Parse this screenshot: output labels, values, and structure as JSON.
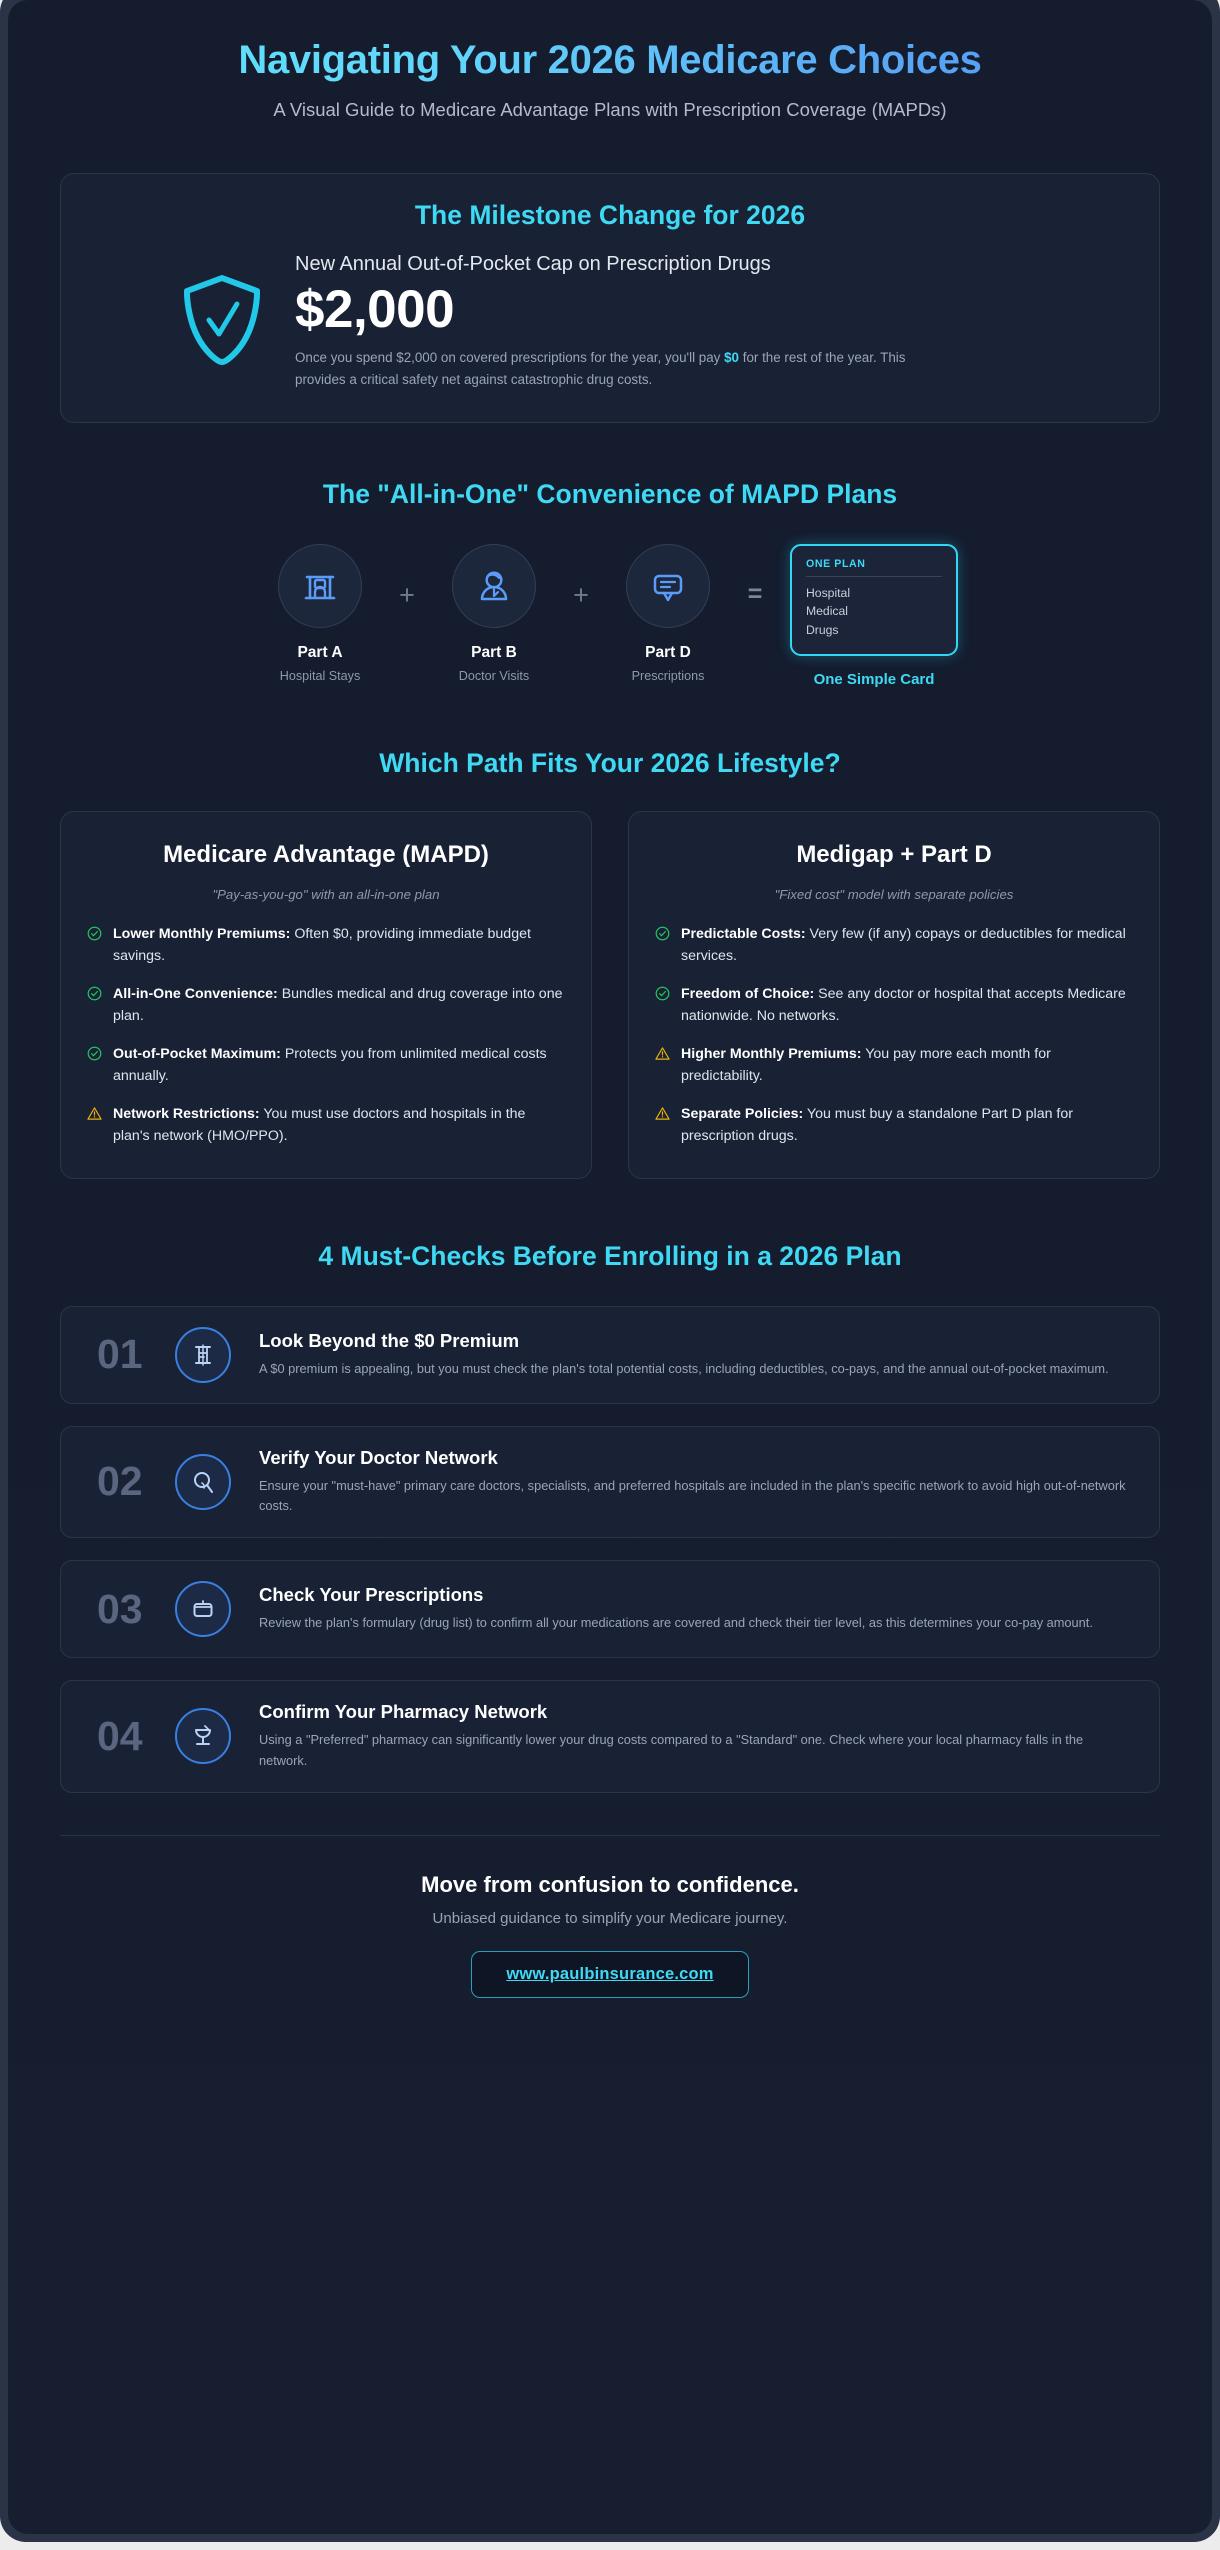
{
  "hero": {
    "title": "Navigating Your 2026 Medicare Choices",
    "subtitle": "A Visual Guide to Medicare Advantage Plans with Prescription Coverage (MAPDs)"
  },
  "milestone": {
    "heading": "The Milestone Change for 2026",
    "label": "New Annual Out-of-Pocket Cap on Prescription Drugs",
    "amount": "$2,000",
    "desc_part1": "Once you spend $2,000 on covered prescriptions for the year, you'll pay ",
    "desc_highlight": "$0",
    "desc_part2": " for the rest of the year. This provides a critical safety net against catastrophic drug costs.",
    "icon": "shield-check-icon"
  },
  "allinone": {
    "heading": "The \"All-in-One\" Convenience of MAPD Plans",
    "parts": [
      {
        "name": "Part A",
        "sub": "Hospital Stays",
        "icon": "hospital-building-icon"
      },
      {
        "name": "Part B",
        "sub": "Doctor Visits",
        "icon": "doctor-person-icon"
      },
      {
        "name": "Part D",
        "sub": "Prescriptions",
        "icon": "prescription-note-icon"
      }
    ],
    "plus_symbol": "+",
    "equals_symbol": "=",
    "card": {
      "head": "ONE PLAN",
      "items": [
        "Hospital",
        "Medical",
        "Drugs"
      ],
      "caption": "One Simple Card"
    }
  },
  "compare": {
    "heading": "Which Path Fits Your 2026 Lifestyle?",
    "cards": [
      {
        "title": "Medicare Advantage (MAPD)",
        "subtitle": "\"Pay-as-you-go\" with an all-in-one plan",
        "items": [
          {
            "type": "check",
            "term": "Lower Monthly Premiums:",
            "text": " Often $0, providing immediate budget savings."
          },
          {
            "type": "check",
            "term": "All-in-One Convenience:",
            "text": " Bundles medical and drug coverage into one plan."
          },
          {
            "type": "check",
            "term": "Out-of-Pocket Maximum:",
            "text": " Protects you from unlimited medical costs annually."
          },
          {
            "type": "warn",
            "term": "Network Restrictions:",
            "text": " You must use doctors and hospitals in the plan's network (HMO/PPO)."
          }
        ]
      },
      {
        "title": "Medigap + Part D",
        "subtitle": "\"Fixed cost\" model with separate policies",
        "items": [
          {
            "type": "check",
            "term": "Predictable Costs:",
            "text": " Very few (if any) copays or deductibles for medical services."
          },
          {
            "type": "check",
            "term": "Freedom of Choice:",
            "text": " See any doctor or hospital that accepts Medicare nationwide. No networks."
          },
          {
            "type": "warn",
            "term": "Higher Monthly Premiums:",
            "text": " You pay more each month for predictability."
          },
          {
            "type": "warn",
            "term": "Separate Policies:",
            "text": " You must buy a standalone Part D plan for prescription drugs."
          }
        ]
      }
    ]
  },
  "checks": {
    "heading": "4 Must-Checks Before Enrolling in a 2026 Plan",
    "items": [
      {
        "num": "01",
        "icon": "document-dollar-icon",
        "title": "Look Beyond the $0 Premium",
        "desc": "A $0 premium is appealing, but you must check the plan's total potential costs, including deductibles, co-pays, and the annual out-of-pocket maximum."
      },
      {
        "num": "02",
        "icon": "stethoscope-icon",
        "title": "Verify Your Doctor Network",
        "desc": "Ensure your \"must-have\" primary care doctors, specialists, and preferred hospitals are included in the plan's specific network to avoid high out-of-network costs."
      },
      {
        "num": "03",
        "icon": "pill-bottle-icon",
        "title": "Check Your Prescriptions",
        "desc": "Review the plan's formulary (drug list) to confirm all your medications are covered and check their tier level, as this determines your co-pay amount."
      },
      {
        "num": "04",
        "icon": "mortar-pestle-icon",
        "title": "Confirm Your Pharmacy Network",
        "desc": "Using a \"Preferred\" pharmacy can significantly lower your drug costs compared to a \"Standard\" one. Check where your local pharmacy falls in the network."
      }
    ]
  },
  "footer": {
    "title": "Move from confusion to confidence.",
    "subtitle": "Unbiased guidance to simplify your Medicare journey.",
    "button": "www.paulbinsurance.com"
  },
  "colors": {
    "accent_cyan": "#3fd9f4",
    "accent_blue": "#4f93ef",
    "check_green": "#22c55e",
    "warn_yellow": "#eab308",
    "card_bg": "#192135",
    "page_bg": "#141c2e"
  }
}
